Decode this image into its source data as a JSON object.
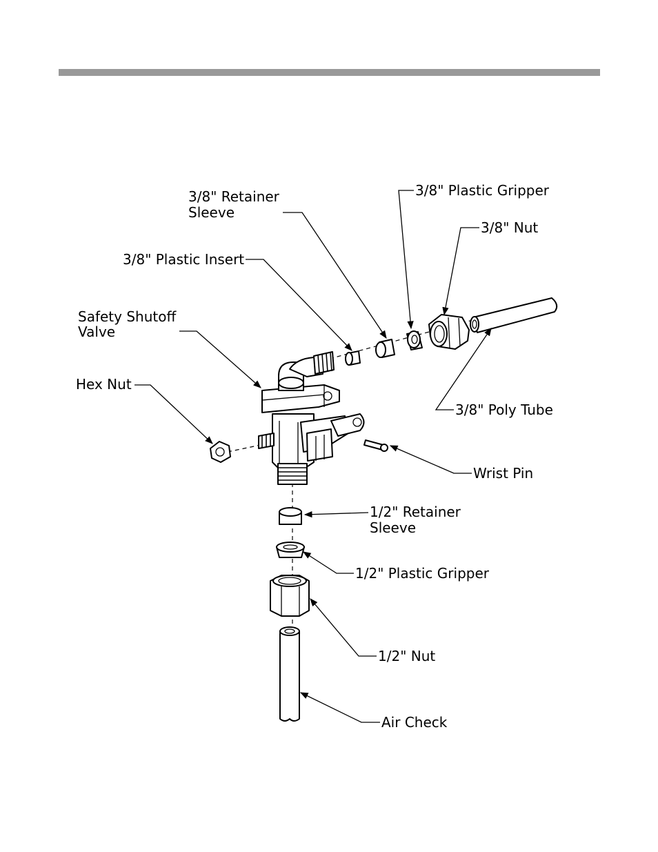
{
  "colors": {
    "rule": "#999999",
    "ink": "#000000"
  },
  "labels": {
    "retainer_sleeve_38_line1": "3/8\" Retainer",
    "retainer_sleeve_38_line2": "Sleeve",
    "plastic_gripper_38": "3/8\" Plastic Gripper",
    "nut_38": "3/8\" Nut",
    "plastic_insert_38": "3/8\" Plastic Insert",
    "safety_valve_line1": "Safety Shutoff",
    "safety_valve_line2": "Valve",
    "hex_nut": "Hex Nut",
    "poly_tube_38": "3/8\" Poly Tube",
    "wrist_pin": "Wrist Pin",
    "retainer_sleeve_12_line1": "1/2\" Retainer",
    "retainer_sleeve_12_line2": "Sleeve",
    "plastic_gripper_12": "1/2\" Plastic Gripper",
    "nut_12": "1/2\" Nut",
    "air_check": "Air Check"
  }
}
